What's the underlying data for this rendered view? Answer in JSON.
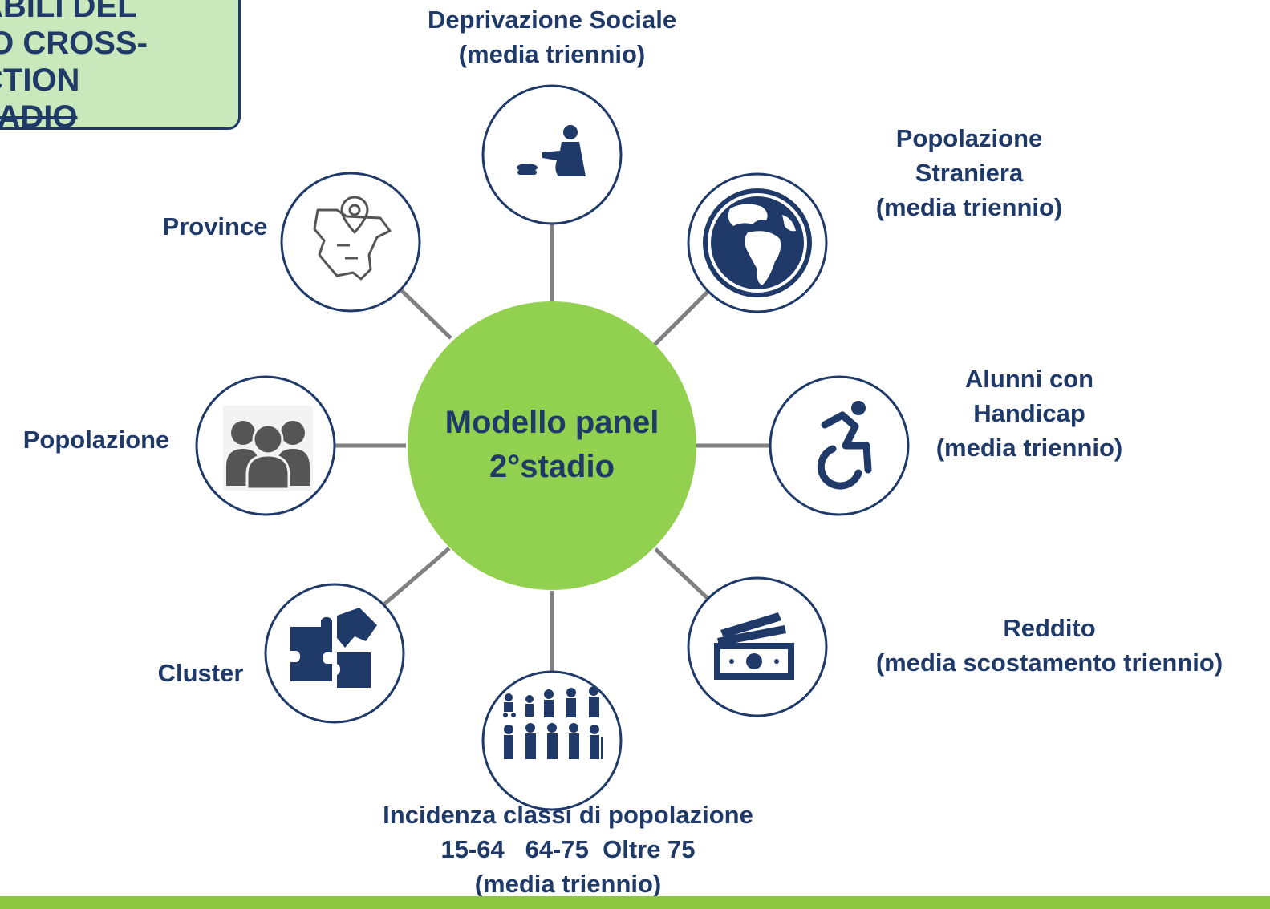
{
  "title_box": {
    "lines": [
      "ABILI DEL",
      "IO CROSS-",
      "CTION",
      "TADIO"
    ]
  },
  "center": {
    "lines": [
      "Modello panel",
      "2°stadio"
    ],
    "color": "#92d050"
  },
  "nodes": {
    "deprivazione": {
      "icon": "person-begging-icon",
      "lines": [
        "Deprivazione Sociale",
        "(media triennio)"
      ]
    },
    "straniera": {
      "icon": "globe-icon",
      "lines": [
        "Popolazione",
        "Straniera",
        "(media triennio)"
      ]
    },
    "handicap": {
      "icon": "wheelchair-icon",
      "lines": [
        "Alunni con",
        "Handicap",
        "(media triennio)"
      ]
    },
    "reddito": {
      "icon": "money-icon",
      "lines": [
        "Reddito",
        "(media scostamento triennio)"
      ]
    },
    "classi": {
      "icon": "age-groups-icon",
      "lines": [
        "Incidenza classi di popolazione",
        "15-64   64-75  Oltre 75",
        "(media triennio)"
      ]
    },
    "cluster": {
      "icon": "puzzle-icon",
      "lines": [
        "Cluster"
      ]
    },
    "popolazione": {
      "icon": "group-icon",
      "lines": [
        "Popolazione"
      ]
    },
    "province": {
      "icon": "map-pin-icon",
      "lines": [
        "Province"
      ]
    }
  },
  "colors": {
    "navy": "#1f3a68",
    "connector": "#808080",
    "green_box": "#c9e8bc",
    "bottom_bar": "#8dc63f"
  }
}
